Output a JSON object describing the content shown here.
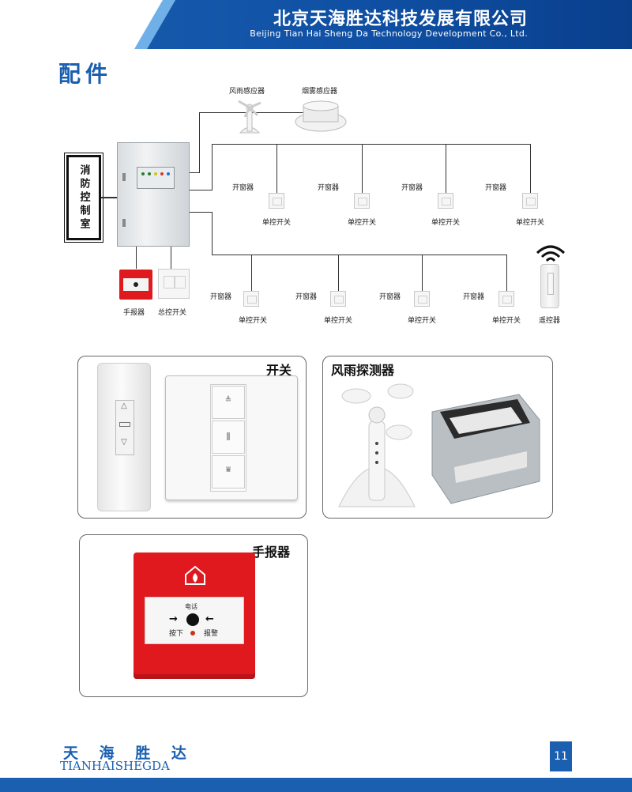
{
  "header": {
    "company_cn": "北京天海胜达科技发展有限公司",
    "company_en": "Beijing Tian Hai Sheng Da Technology Development Co., Ltd."
  },
  "section_title": "配件",
  "diagram": {
    "control_room": "消防控制室",
    "wind_rain_sensor": "风雨感应器",
    "smoke_sensor": "烟雾感应器",
    "window_opener": "开窗器",
    "single_switch": "单控开关",
    "manual_alarm": "手报器",
    "master_switch": "总控开关",
    "remote": "遥控器"
  },
  "panels": {
    "switch_title": "开关",
    "detector_title": "风雨探测器",
    "alarm_title": "手报器",
    "alarm_phone": "电话",
    "alarm_press": "按下",
    "alarm_report": "报警"
  },
  "footer": {
    "brand_cn": "天 海 胜 达",
    "brand_en": "TIANHAISHEGDA",
    "page_number": "11"
  },
  "colors": {
    "brand_blue": "#1a5fb0",
    "alarm_red": "#e0191e"
  }
}
